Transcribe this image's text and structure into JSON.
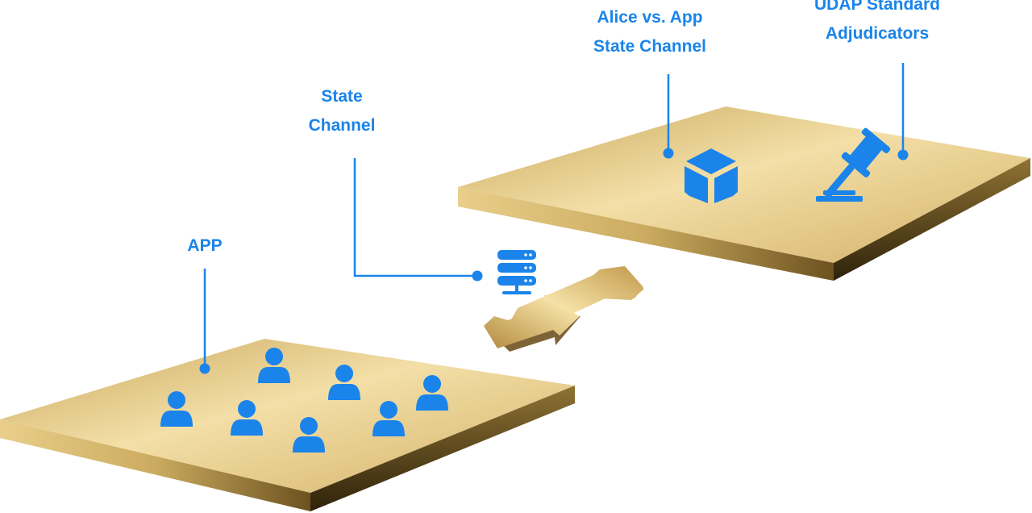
{
  "labels": {
    "app": "APP",
    "state_channel": [
      "State",
      "Channel"
    ],
    "alice_channel": [
      "Alice vs. App",
      "State Channel"
    ],
    "udap": [
      "UDAP Standard",
      "Adjudicators"
    ]
  },
  "icons": {
    "users": "user-icon",
    "server": "server-icon",
    "cube": "cube-icon",
    "gavel": "gavel-icon",
    "arrow": "double-arrow"
  },
  "colors": {
    "accent": "#1a84ea",
    "gold_light": "#f2dca2",
    "gold_mid": "#d8b870",
    "gold_dark": "#5b4518"
  }
}
